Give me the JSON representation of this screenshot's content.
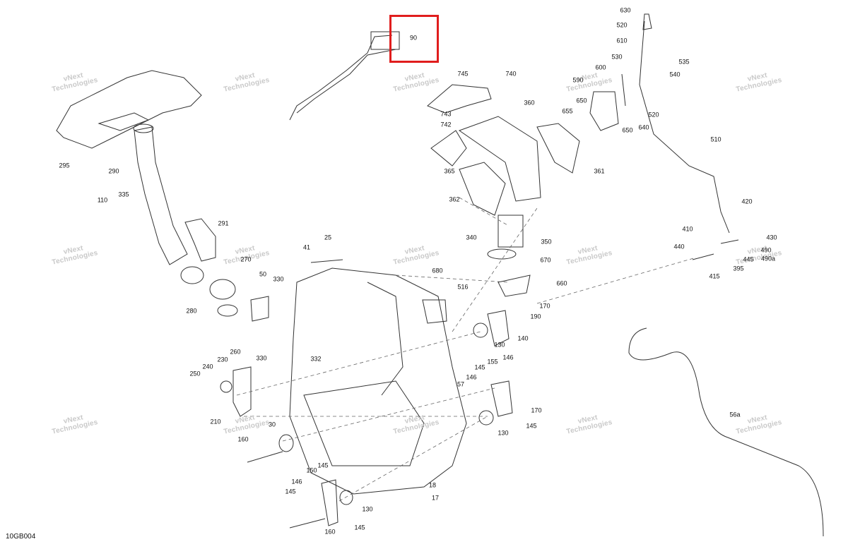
{
  "diagram_code": "10GB004",
  "watermark_lines": [
    "vNext",
    "Technologies"
  ],
  "watermark_lines_alt": [
    "vNext Technologies"
  ],
  "highlight_color": "#e01d1d",
  "part_labels": [
    "630",
    "520",
    "610",
    "535",
    "530",
    "600",
    "540",
    "590",
    "650",
    "655",
    "640",
    "520",
    "745",
    "740",
    "743",
    "742",
    "360",
    "365",
    "361",
    "362",
    "90",
    "295",
    "290",
    "335",
    "110",
    "291",
    "270",
    "280",
    "25",
    "41",
    "50",
    "330",
    "332",
    "330",
    "680",
    "516",
    "670",
    "660",
    "170",
    "190",
    "140",
    "130",
    "340",
    "350",
    "510",
    "420",
    "410",
    "440",
    "430",
    "490",
    "445",
    "490a",
    "395",
    "415",
    "260",
    "230",
    "240",
    "250",
    "210",
    "160",
    "30",
    "155",
    "146",
    "145",
    "146",
    "57",
    "170",
    "130",
    "145",
    "150",
    "145",
    "146",
    "18",
    "17",
    "130",
    "160",
    "145",
    "56a"
  ]
}
